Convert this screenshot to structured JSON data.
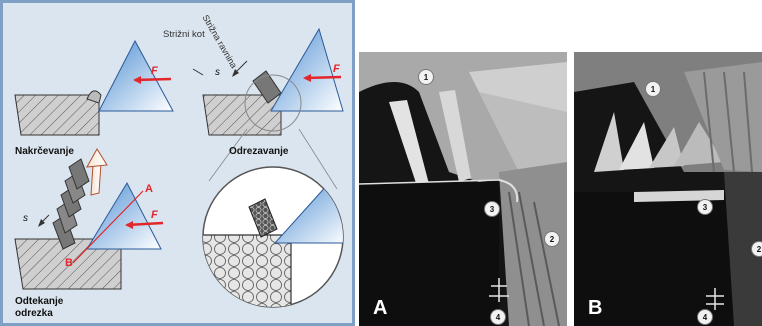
{
  "diagram": {
    "labels": {
      "cutting_angle": "Strižni kot",
      "shear_plane": "Strižna ravnina",
      "force_label_1": "F",
      "force_label_2": "F",
      "force_label_3": "F",
      "s_label_1": "s",
      "s_label_2": "s",
      "caption_1": "Nakrčevanje",
      "caption_2": "Odrezavanje",
      "caption_3_line1": "Odtekanje",
      "caption_3_line2": "odrezka",
      "point_a": "A",
      "point_b": "B"
    }
  },
  "photos": {
    "a": {
      "letter": "A",
      "markers": [
        "1",
        "2",
        "3",
        "4"
      ]
    },
    "b": {
      "letter": "B",
      "markers": [
        "1",
        "2",
        "3",
        "4"
      ]
    }
  },
  "colors": {
    "panel_bg": "#dbe5ef",
    "panel_border": "#7fa0c4",
    "tool_blue": "#7fb2e6",
    "force_red": "#e2262b"
  }
}
